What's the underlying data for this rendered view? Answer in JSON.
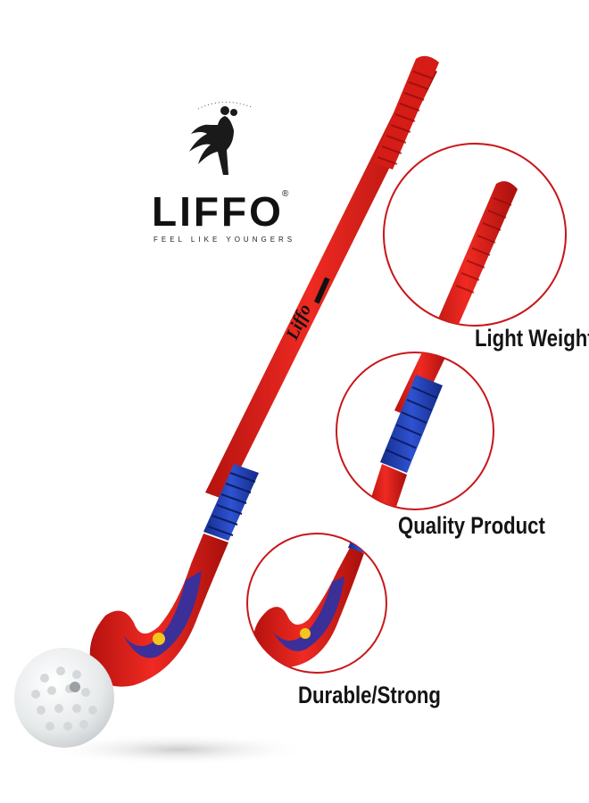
{
  "brand": {
    "name": "LIFFO",
    "registered_mark": "®",
    "tagline": "FEEL LIKE YOUNGERS",
    "logo_icon": "winged-figure-icon"
  },
  "product": {
    "stick_text": "Liffo",
    "stick_color": "#e0211c",
    "grip_color": "#1f3fb5",
    "ball_color": "#eef0f0"
  },
  "features": [
    {
      "label": "Light Weight"
    },
    {
      "label": "Quality Product"
    },
    {
      "label": "Durable/Strong"
    }
  ],
  "colors": {
    "callout_ring": "#c8171a",
    "text": "#141414",
    "background": "#ffffff"
  }
}
